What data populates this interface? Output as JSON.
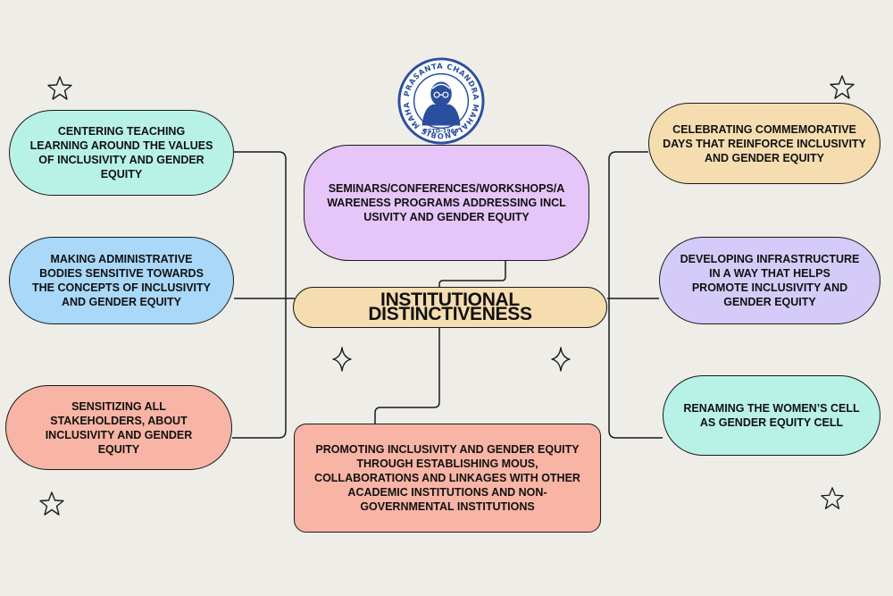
{
  "center": {
    "label": "INSTITUTIONAL DISTINCTIVENESS",
    "color": "#f6ddb0"
  },
  "logo": {
    "ring_text": "PRASANTA CHANDRA MAHALANOBIS MAHAVIDYALAYA",
    "est_text": "ESTD-1965",
    "color": "#2b4f9e"
  },
  "nodes": {
    "teaching": {
      "label": "CENTERING TEACHING LEARNING AROUND THE VALUES OF INCLUSIVITY AND GENDER EQUITY",
      "color": "#b8f2e6"
    },
    "admin": {
      "label": "MAKING ADMINISTRATIVE BODIES SENSITIVE TOWARDS THE CONCEPTS OF INCLUSIVITY AND GENDER EQUITY",
      "color": "#a9d8f8"
    },
    "stakeholders": {
      "label": "SENSITIZING ALL STAKEHOLDERS, ABOUT INCLUSIVITY AND GENDER EQUITY",
      "color": "#f8b4a5"
    },
    "seminars": {
      "label": "SEMINARS/CONFERENCES/WORKSHOPS/AWARENESS PROGRAMS ADDRESSING INCLUSIVITY AND GENDER EQUITY",
      "color": "#e6c5f8"
    },
    "promoting": {
      "label": "PROMOTING INCLUSIVITY AND GENDER EQUITY THROUGH ESTABLISHING MOUS, COLLABORATIONS AND LINKAGES WITH OTHER ACADEMIC INSTITUTIONS AND NON-GOVERNMENTAL INSTITUTIONS",
      "color": "#f8b4a5"
    },
    "celebrating": {
      "label": "CELEBRATING COMMEMORATIVE DAYS THAT REINFORCE INCLUSIVITY AND GENDER EQUITY",
      "color": "#f6ddb0"
    },
    "infrastructure": {
      "label": "DEVELOPING INFRASTRUCTURE IN A WAY THAT HELPS PROMOTE INCLUSIVITY AND GENDER EQUITY",
      "color": "#d4cbf8"
    },
    "renaming": {
      "label": "RENAMING THE WOMEN’S CELL AS GENDER EQUITY CELL",
      "color": "#b8f2e6"
    }
  }
}
